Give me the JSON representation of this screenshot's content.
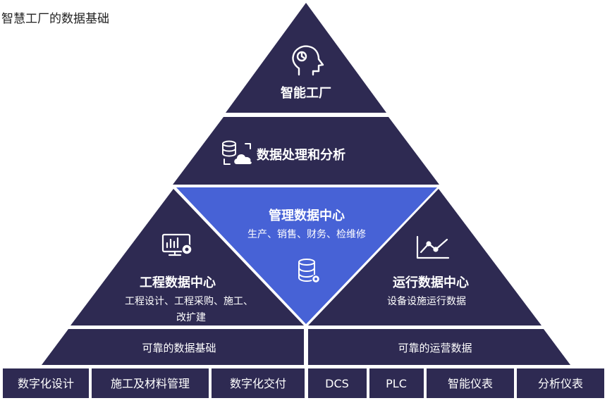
{
  "title": "智慧工厂的数据基础",
  "colors": {
    "dark": "#2e2a52",
    "accent": "#4762d6",
    "background": "#ffffff"
  },
  "pyramid": {
    "top": {
      "label": "智能工厂",
      "icon": "brain-head-icon"
    },
    "second": {
      "label": "数据处理和分析",
      "icon": "database-cloud-icon"
    },
    "center": {
      "label": "管理数据中心",
      "desc": "生产、销售、财务、检维修",
      "icon": "database-gear-icon"
    },
    "left": {
      "label": "工程数据中心",
      "desc_line1": "工程设计、工程采购、施工、",
      "desc_line2": "改扩建",
      "icon": "monitor-gear-icon"
    },
    "right": {
      "label": "运行数据中心",
      "desc": "设备设施运行数据",
      "icon": "line-chart-icon"
    },
    "base_left": {
      "label": "可靠的数据基础"
    },
    "base_right": {
      "label": "可靠的运营数据"
    }
  },
  "bottom_items": [
    "数字化设计",
    "施工及材料管理",
    "数字化交付",
    "DCS",
    "PLC",
    "智能仪表",
    "分析仪表"
  ]
}
